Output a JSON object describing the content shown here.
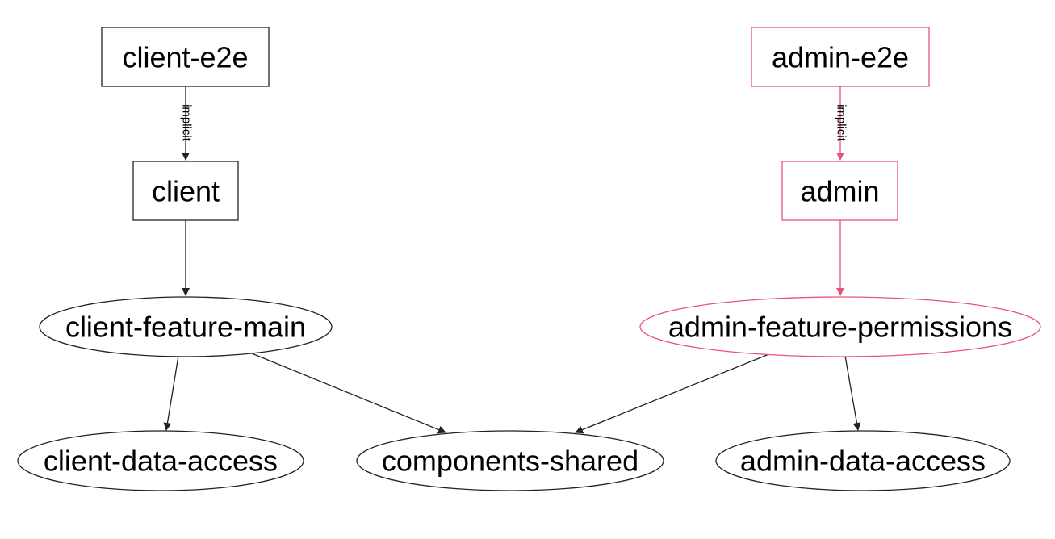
{
  "colors": {
    "default_stroke": "#222222",
    "highlight_stroke": "#e8537a",
    "text": "#000000",
    "background": "#ffffff"
  },
  "nodes": {
    "client_e2e": {
      "label": "client-e2e",
      "shape": "box",
      "highlighted": false
    },
    "client": {
      "label": "client",
      "shape": "box",
      "highlighted": false
    },
    "client_feature_main": {
      "label": "client-feature-main",
      "shape": "ellipse",
      "highlighted": false
    },
    "client_data_access": {
      "label": "client-data-access",
      "shape": "ellipse",
      "highlighted": false
    },
    "components_shared": {
      "label": "components-shared",
      "shape": "ellipse",
      "highlighted": false
    },
    "admin_e2e": {
      "label": "admin-e2e",
      "shape": "box",
      "highlighted": true
    },
    "admin": {
      "label": "admin",
      "shape": "box",
      "highlighted": true
    },
    "admin_feature_permissions": {
      "label": "admin-feature-permissions",
      "shape": "ellipse",
      "highlighted": true
    },
    "admin_data_access": {
      "label": "admin-data-access",
      "shape": "ellipse",
      "highlighted": false
    }
  },
  "edges": [
    {
      "from": "client-e2e",
      "to": "client",
      "label": "implicit",
      "highlighted": false
    },
    {
      "from": "client",
      "to": "client-feature-main",
      "label": "",
      "highlighted": false
    },
    {
      "from": "client-feature-main",
      "to": "client-data-access",
      "label": "",
      "highlighted": false
    },
    {
      "from": "client-feature-main",
      "to": "components-shared",
      "label": "",
      "highlighted": false
    },
    {
      "from": "admin-e2e",
      "to": "admin",
      "label": "implicit",
      "highlighted": true
    },
    {
      "from": "admin",
      "to": "admin-feature-permissions",
      "label": "",
      "highlighted": true
    },
    {
      "from": "admin-feature-permissions",
      "to": "components-shared",
      "label": "",
      "highlighted": false
    },
    {
      "from": "admin-feature-permissions",
      "to": "admin-data-access",
      "label": "",
      "highlighted": false
    }
  ]
}
